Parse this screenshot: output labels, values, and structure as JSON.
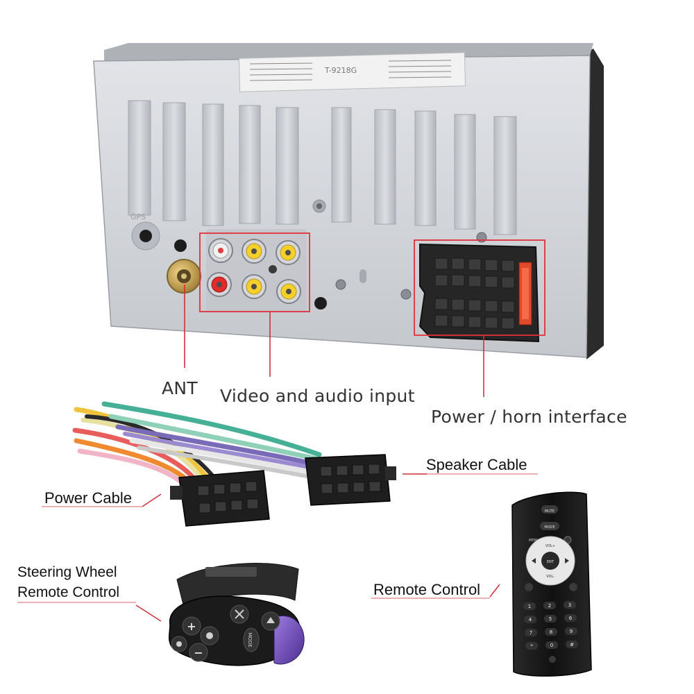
{
  "labels": {
    "ant": "ANT",
    "video_audio": "Video and audio input",
    "power_horn": "Power / horn interface",
    "speaker_cable": "Speaker Cable",
    "power_cable": "Power Cable",
    "steering_line1": "Steering Wheel",
    "steering_line2": "Remote Control",
    "remote_control": "Remote Control"
  },
  "unit_markings": {
    "gps": "GPS",
    "sticker_code": "T-9218G"
  },
  "remote_buttons": {
    "mute": "MUTE",
    "mode": "MODE",
    "menu": "MENU",
    "vol_plus": "VOL+",
    "vol_minus": "VOL-",
    "enter": "ENT",
    "keypad": [
      "1",
      "2",
      "3",
      "4",
      "5",
      "6",
      "7",
      "8",
      "9",
      "*",
      "0",
      "#"
    ]
  },
  "steering_buttons": {
    "plus": "+",
    "minus": "−",
    "mode": "MODE"
  },
  "colors": {
    "highlight": "#e0303a",
    "callout_line": "#d0303a",
    "unit_body": "#cfd1d6",
    "remote_body": "#1c1c1c"
  }
}
